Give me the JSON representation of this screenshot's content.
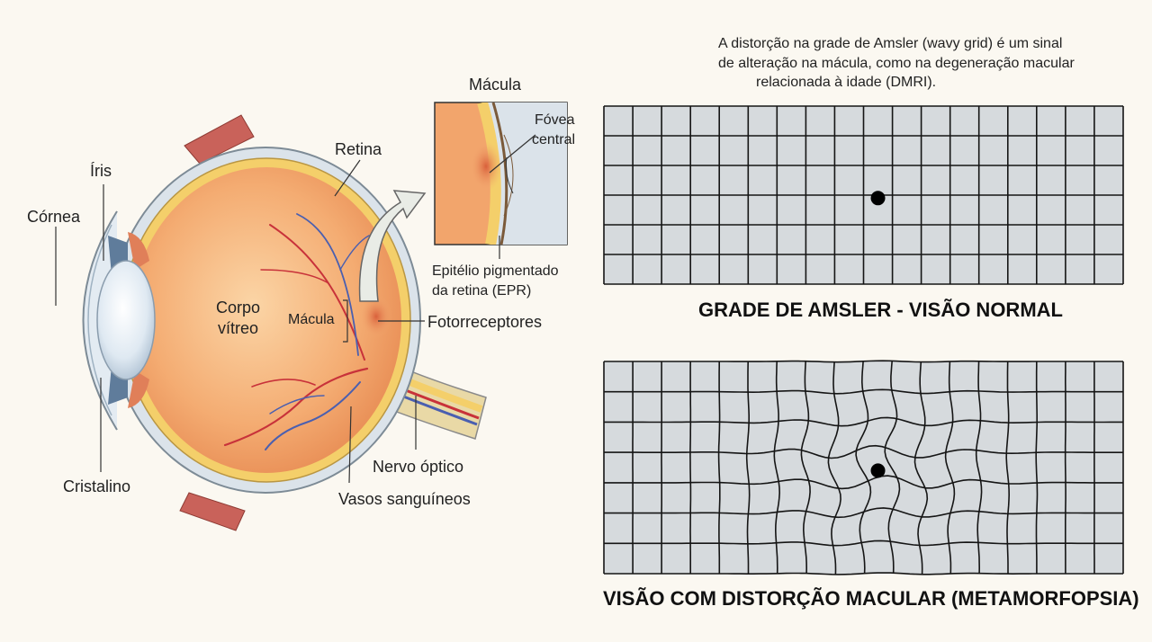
{
  "anatomy": {
    "cornea": "Córnea",
    "iris": "Íris",
    "lens": "Cristalino",
    "retina": "Retina",
    "vitreous_line1": "Corpo",
    "vitreous_line2": "vítreo",
    "macula": "Mácula",
    "photoreceptors": "Fotorreceptores",
    "optic_nerve": "Nervo óptico",
    "blood_vessels": "Vasos sanguíneos"
  },
  "inset": {
    "title": "Mácula",
    "fovea_line1": "Fóvea",
    "fovea_line2": "central",
    "rpe_line1": "Epitélio pigmentado",
    "rpe_line2": "da retina (EPR)"
  },
  "note": {
    "line1": "A distorção na grade de Amsler (wavy grid) é um sinal",
    "line2": "de alteração na mácula, como na degeneração macular",
    "line3": "relacionada à idade (DMRI)."
  },
  "grid_normal": {
    "title": "GRADE DE AMSLER - VISÃO NORMAL",
    "cols": 18,
    "rows": 6
  },
  "grid_distorted": {
    "title": "VISÃO COM DISTORÇÃO MACULAR (METAMORFOPSIA)",
    "cols": 18,
    "rows": 7
  },
  "colors": {
    "eye_fill": "#f3a86a",
    "retina": "#f4cf6a",
    "sclera": "#dbe3ea",
    "artery": "#c8323a",
    "vein": "#4a5fb0",
    "grid_cell": "#d6dadd",
    "grid_line": "#151515"
  }
}
